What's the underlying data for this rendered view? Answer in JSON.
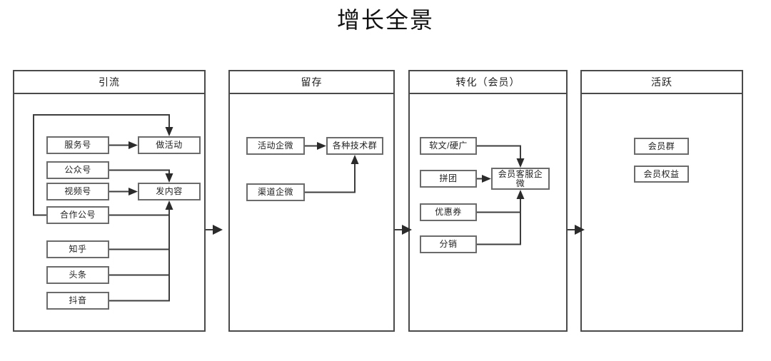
{
  "title": "增长全景",
  "colors": {
    "panel_border": "#4a4a4a",
    "node_border": "#6b6b6b",
    "wire": "#3d3d3d",
    "background": "#ffffff",
    "text": "#1f1f1f"
  },
  "columns": [
    {
      "id": "acquisition",
      "header": "引流",
      "nodes": [
        {
          "id": "c1-n1",
          "label": "服务号"
        },
        {
          "id": "c1-n2",
          "label": "公众号"
        },
        {
          "id": "c1-n3",
          "label": "视频号"
        },
        {
          "id": "c1-n4",
          "label": "合作公号"
        },
        {
          "id": "c1-n5",
          "label": "知乎"
        },
        {
          "id": "c1-n6",
          "label": "头条"
        },
        {
          "id": "c1-n7",
          "label": "抖音"
        },
        {
          "id": "c1-t1",
          "label": "做活动"
        },
        {
          "id": "c1-t2",
          "label": "发内容"
        }
      ]
    },
    {
      "id": "retention",
      "header": "留存",
      "nodes": [
        {
          "id": "c2-n1",
          "label": "活动企微"
        },
        {
          "id": "c2-n2",
          "label": "渠道企微"
        },
        {
          "id": "c2-t1",
          "label": "各种技术群"
        }
      ]
    },
    {
      "id": "conversion",
      "header": "转化（会员）",
      "nodes": [
        {
          "id": "c3-n1",
          "label": "软文/硬广"
        },
        {
          "id": "c3-n2",
          "label": "拼团"
        },
        {
          "id": "c3-n3",
          "label": "优惠券"
        },
        {
          "id": "c3-n4",
          "label": "分销"
        },
        {
          "id": "c3-t1",
          "label": "会员客服企微"
        }
      ]
    },
    {
      "id": "activation",
      "header": "活跃",
      "nodes": [
        {
          "id": "c4-n1",
          "label": "会员群"
        },
        {
          "id": "c4-n2",
          "label": "会员权益"
        }
      ]
    }
  ],
  "flow": {
    "stage_arrows": [
      {
        "from": "引流",
        "to": "留存"
      },
      {
        "from": "留存",
        "to": "转化（会员）"
      },
      {
        "from": "转化（会员）",
        "to": "活跃"
      }
    ],
    "edges": [
      {
        "from": "服务号",
        "to": "做活动"
      },
      {
        "from": "合作公号",
        "to": "做活动"
      },
      {
        "from": "公众号",
        "to": "发内容"
      },
      {
        "from": "视频号",
        "to": "发内容"
      },
      {
        "from": "合作公号",
        "to": "发内容"
      },
      {
        "from": "知乎",
        "to": "发内容"
      },
      {
        "from": "头条",
        "to": "发内容"
      },
      {
        "from": "抖音",
        "to": "发内容"
      },
      {
        "from": "活动企微",
        "to": "各种技术群"
      },
      {
        "from": "渠道企微",
        "to": "各种技术群"
      },
      {
        "from": "软文/硬广",
        "to": "会员客服企微"
      },
      {
        "from": "拼团",
        "to": "会员客服企微"
      },
      {
        "from": "优惠券",
        "to": "会员客服企微"
      },
      {
        "from": "分销",
        "to": "会员客服企微"
      }
    ]
  }
}
